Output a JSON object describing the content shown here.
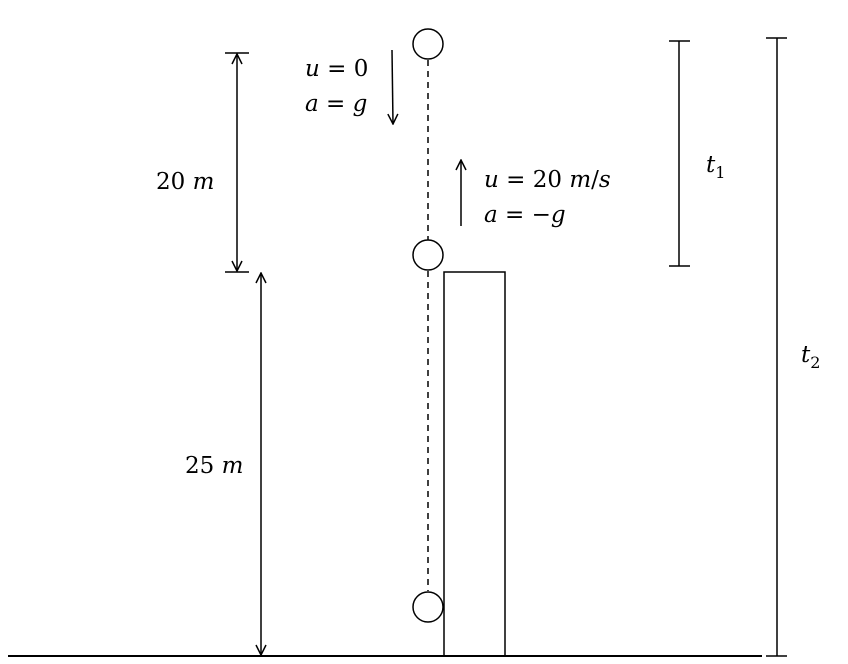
{
  "heights": {
    "upper_label": "20",
    "upper_unit": "m",
    "lower_label": "25",
    "lower_unit": "m"
  },
  "downward_motion": {
    "u_symbol": "u",
    "u_value": "= 0",
    "a_symbol": "a",
    "a_equals": "=",
    "a_value": "g"
  },
  "upward_motion": {
    "u_symbol": "u",
    "u_value_prefix": "= 20",
    "u_unit": "m",
    "u_unit_sep": "/",
    "u_unit_time": "s",
    "a_symbol": "a",
    "a_equals": "= −",
    "a_value": "g"
  },
  "time_markers": {
    "t1_symbol": "t",
    "t1_sub": "1",
    "t2_symbol": "t",
    "t2_sub": "2"
  },
  "colors": {
    "ink": "#000000",
    "background": "#ffffff"
  }
}
